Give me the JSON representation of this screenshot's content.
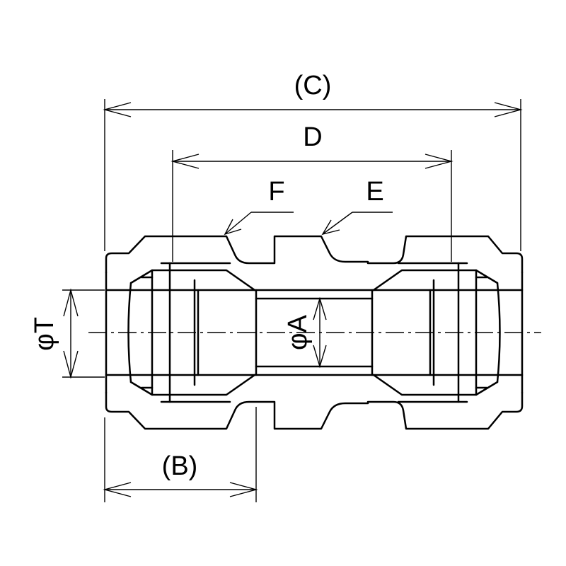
{
  "labels": {
    "c": "(C)",
    "d": "D",
    "f": "F",
    "e": "E",
    "b": "(B)",
    "phi_t": "φT",
    "phi_a": "φA"
  }
}
